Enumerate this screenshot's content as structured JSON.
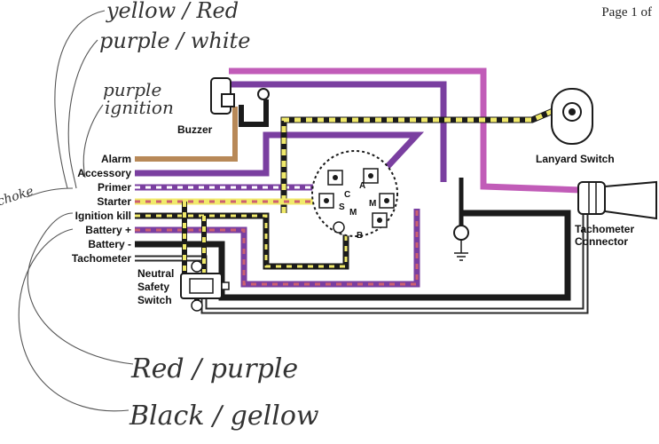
{
  "header": {
    "page_text": "Page 1 of"
  },
  "handwritten_notes": {
    "yellow_red": "yellow / Red",
    "purple_white": "purple / white",
    "purple_ignition_line1": "purple",
    "purple_ignition_line2": "ignition",
    "choke": "choke",
    "red_purple": "Red / purple",
    "black_yellow": "Black / gellow"
  },
  "wire_labels": {
    "alarm": "Alarm",
    "accessory": "Accessory",
    "primer": "Primer",
    "starter": "Starter",
    "ignition_kill": "Ignition kill",
    "battery_pos": "Battery +",
    "battery_neg": "Battery -",
    "tachometer": "Tachometer"
  },
  "components": {
    "buzzer": "Buzzer",
    "lanyard_switch": "Lanyard Switch",
    "tachometer_connector_line1": "Tachometer",
    "tachometer_connector_line2": "Connector",
    "neutral_safety_line1": "Neutral",
    "neutral_safety_line2": "Safety",
    "neutral_safety_line3": "Switch"
  },
  "ignition_switch_terminals": {
    "c": "C",
    "a": "A",
    "s": "S",
    "m": "M",
    "m2": "M",
    "b": "B"
  },
  "colors": {
    "purple": "#7a3fa0",
    "magenta": "#c15cb8",
    "yellow": "#f1ea6a",
    "black": "#1b1b1b",
    "brown": "#b88958",
    "red": "#cc6070",
    "white_wire_outline": "#2a2a2a"
  }
}
